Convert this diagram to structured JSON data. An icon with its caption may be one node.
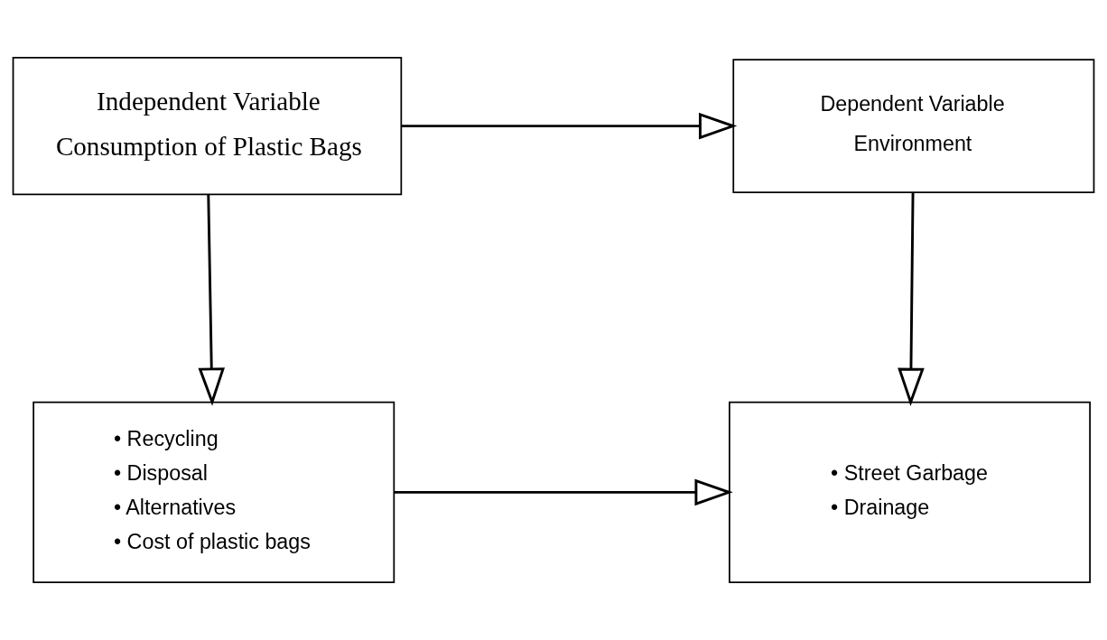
{
  "diagram": {
    "nodes": [
      {
        "text": [
          "Independent Variable",
          "Consumption of Plastic Bags"
        ]
      },
      {
        "text": [
          "Dependent Variable",
          "Environment"
        ]
      },
      {
        "text": [
          "• Recycling",
          "• Disposal",
          "• Alternatives",
          "• Cost of plastic bags"
        ]
      },
      {
        "text": [
          "• Street Garbage",
          "• Drainage"
        ]
      }
    ],
    "edges": [
      {
        "from": 0,
        "to": 1,
        "arrow": "to"
      },
      {
        "from": 0,
        "to": 2,
        "arrow": "to"
      },
      {
        "from": 1,
        "to": 3,
        "arrow": "to"
      },
      {
        "from": 2,
        "to": 3,
        "arrow": "to"
      }
    ]
  }
}
